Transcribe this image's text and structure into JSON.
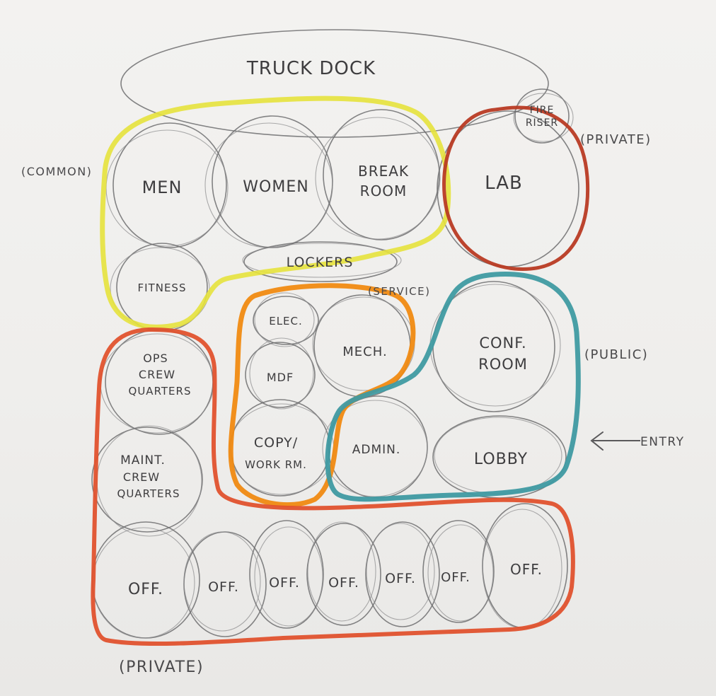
{
  "title": "TRUCK DOCK",
  "zones": {
    "common": {
      "label": "(COMMON)",
      "color": "#e6e23c"
    },
    "private_top": {
      "label": "(PRIVATE)",
      "color": "#b83a23"
    },
    "service": {
      "label": "(SERVICE)",
      "color": "#f08a12"
    },
    "public": {
      "label": "(PUBLIC)",
      "color": "#3f9aa2"
    },
    "private_bottom": {
      "label": "(PRIVATE)",
      "color": "#e0522e"
    }
  },
  "entry": {
    "label": "ENTRY"
  },
  "rooms": {
    "fire_riser": [
      "FIRE",
      "RISER"
    ],
    "men": "MEN",
    "women": "WOMEN",
    "break_room": [
      "BREAK",
      "ROOM"
    ],
    "lab": "LAB",
    "lockers": "LOCKERS",
    "fitness": "FITNESS",
    "elec": "ELEC.",
    "mdf": "MDF",
    "mech": "MECH.",
    "copy_workrm": [
      "COPY/",
      "WORK RM."
    ],
    "conf_room": [
      "CONF.",
      "ROOM"
    ],
    "admin": "ADMIN.",
    "lobby": "LOBBY",
    "ops_crew": [
      "OPS",
      "CREW",
      "QUARTERS"
    ],
    "maint_crew": [
      "MAINT.",
      "CREW",
      "QUARTERS"
    ],
    "offices": [
      "OFF.",
      "OFF.",
      "OFF.",
      "OFF.",
      "OFF.",
      "OFF.",
      "OFF."
    ]
  }
}
